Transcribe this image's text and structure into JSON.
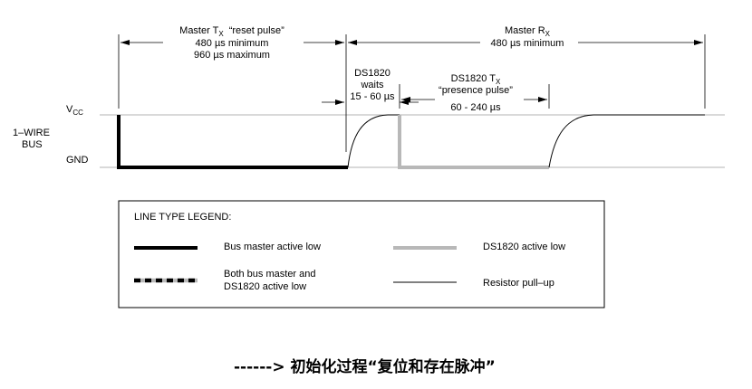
{
  "signals": {
    "vcc_label": "V",
    "vcc_sub": "CC",
    "gnd_label": "GND",
    "bus_label_1": "1–WIRE",
    "bus_label_2": "BUS"
  },
  "master_tx": {
    "line1_pre": "Master T",
    "line1_sub": "X",
    "line1_post": "“reset pulse”",
    "line2": "480 µs minimum",
    "line3": "960 µs maximum"
  },
  "master_rx": {
    "line1_pre": "Master R",
    "line1_sub": "X",
    "line2": "480 µs minimum"
  },
  "ds_wait": {
    "line1": "DS1820",
    "line2": "waits",
    "line3": "15 - 60 µs"
  },
  "ds_tx": {
    "line1_pre": "DS1820 T",
    "line1_sub": "X",
    "line2": "“presence pulse”",
    "line3": "60 - 240 µs"
  },
  "legend": {
    "title": "LINE TYPE LEGEND:",
    "master_low": "Bus master active low",
    "ds_low": "DS1820 active low",
    "both_low_1": "Both bus master and",
    "both_low_2": "DS1820 active low",
    "pullup": "Resistor pull–up"
  },
  "caption": "------> 初始化过程“复位和存在脉冲”",
  "colors": {
    "master": "#000000",
    "ds1820": "#b8b8b8",
    "rail": "#9a9a9a"
  }
}
